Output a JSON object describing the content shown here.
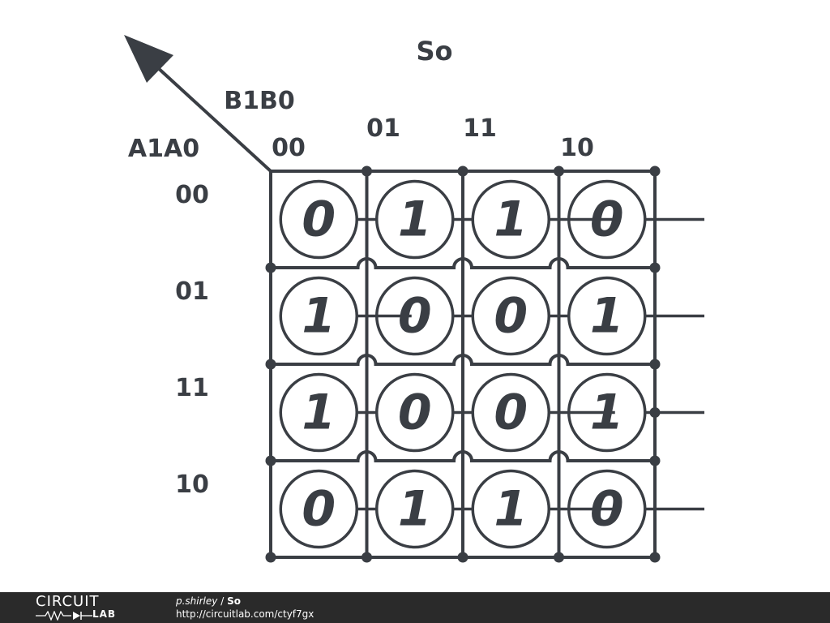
{
  "diagram": {
    "title": "So",
    "col_var_label": "B1B0",
    "row_var_label": "A1A0",
    "col_headers": [
      "00",
      "01",
      "11",
      "10"
    ],
    "row_headers": [
      "00",
      "01",
      "11",
      "10"
    ],
    "cells": [
      [
        "0",
        "1",
        "1",
        "0"
      ],
      [
        "1",
        "0",
        "0",
        "1"
      ],
      [
        "1",
        "0",
        "0",
        "1"
      ],
      [
        "0",
        "1",
        "1",
        "0"
      ]
    ],
    "colors": {
      "ink": "#3a3e44",
      "background": "#ffffff",
      "footer": "#2a2a2a"
    }
  },
  "footer": {
    "logo_top": "CIRCUIT",
    "logo_bottom": "LAB",
    "author": "p.shirley",
    "separator": "/",
    "title": "So",
    "url": "http://circuitlab.com/ctyf7gx"
  }
}
